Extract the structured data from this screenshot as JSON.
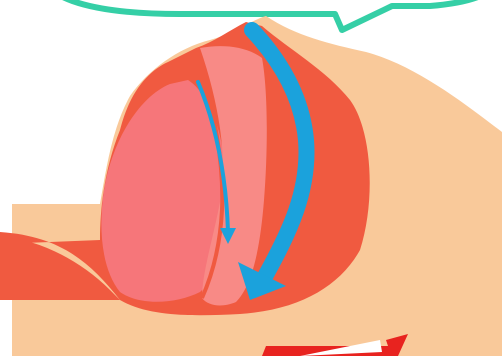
{
  "colors": {
    "skin": "#f9c99a",
    "airway_wall": "#f05a40",
    "tissue": "#f6767a",
    "tissue_light": "#f88a86",
    "airflow_arrow": "#1ba2dc",
    "speech_bubble_stroke": "#35cfa6",
    "speech_bubble_fill": "#ffffff",
    "accent_arrow": "#e8231f"
  },
  "icons": {
    "speech_bubble": "speech-bubble-tail",
    "airflow_large": "airflow-arrow-down",
    "airflow_small": "airflow-arrow-down",
    "accent": "red-arrow-up"
  }
}
